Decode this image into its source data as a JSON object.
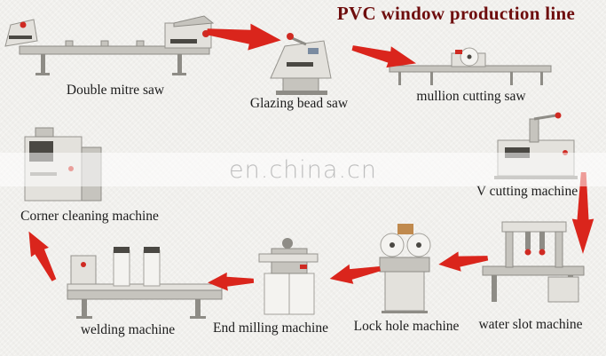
{
  "title": "PVC window production line",
  "watermark": "en.china.cn",
  "colors": {
    "arrow-color": "#da251c",
    "title-color": "#6e0d0d"
  },
  "machines": [
    {
      "id": "double-mitre-saw",
      "label": "Double mitre saw"
    },
    {
      "id": "glazing-bead-saw",
      "label": "Glazing bead saw"
    },
    {
      "id": "mullion-cutting-saw",
      "label": "mullion cutting saw"
    },
    {
      "id": "v-cutting-machine",
      "label": "V cutting machine"
    },
    {
      "id": "corner-cleaning-machine",
      "label": "Corner cleaning machine"
    },
    {
      "id": "welding-machine",
      "label": "welding machine"
    },
    {
      "id": "end-milling-machine",
      "label": "End milling machine"
    },
    {
      "id": "lock-hole-machine",
      "label": "Lock hole machine"
    },
    {
      "id": "water-slot-machine",
      "label": "water slot machine"
    }
  ]
}
